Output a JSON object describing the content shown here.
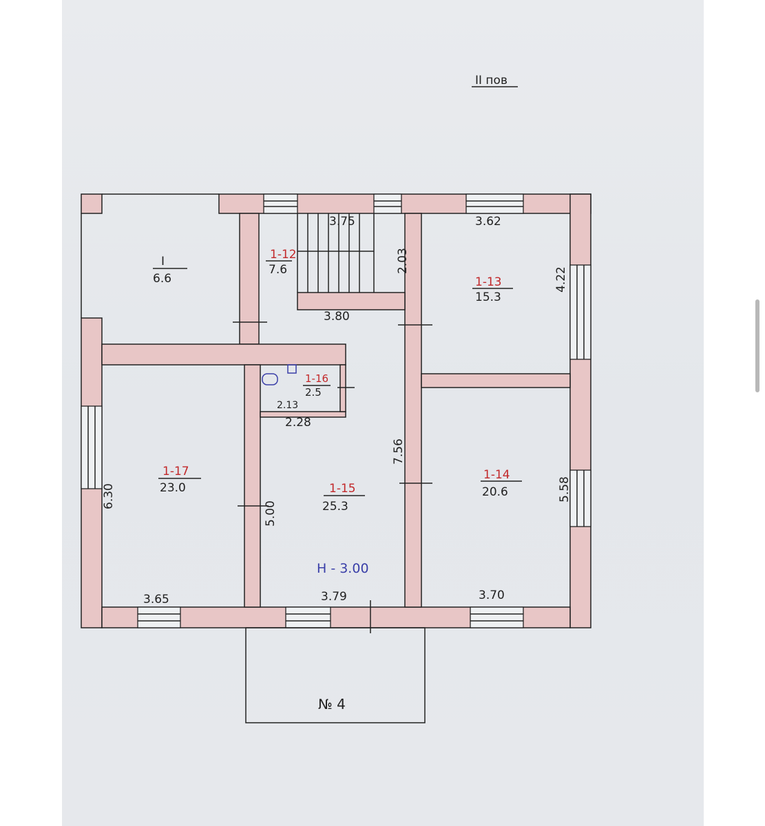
{
  "floor_title": "ІІ пов",
  "ceiling_height": "Н - 3.00",
  "annex_label": "№ 4",
  "rooms": [
    {
      "id": "I",
      "area": "6.6"
    },
    {
      "id": "1-12",
      "area": "7.6"
    },
    {
      "id": "1-13",
      "area": "15.3"
    },
    {
      "id": "1-14",
      "area": "20.6"
    },
    {
      "id": "1-15",
      "area": "25.3"
    },
    {
      "id": "1-16",
      "area": "2.5"
    },
    {
      "id": "1-17",
      "area": "23.0"
    }
  ],
  "dimensions": {
    "stair_top": "3.75",
    "stair_depth": "2.03",
    "hall_width": "3.80",
    "r13_width": "3.62",
    "r13_depth": "4.22",
    "r16_inner": "2.13",
    "r16_outer": "2.28",
    "hall_length": "7.56",
    "r14_depth": "5.58",
    "r17_depth": "6.30",
    "r15_depth": "5.00",
    "r17_width": "3.65",
    "r15_width": "3.79",
    "r14_width": "3.70"
  }
}
